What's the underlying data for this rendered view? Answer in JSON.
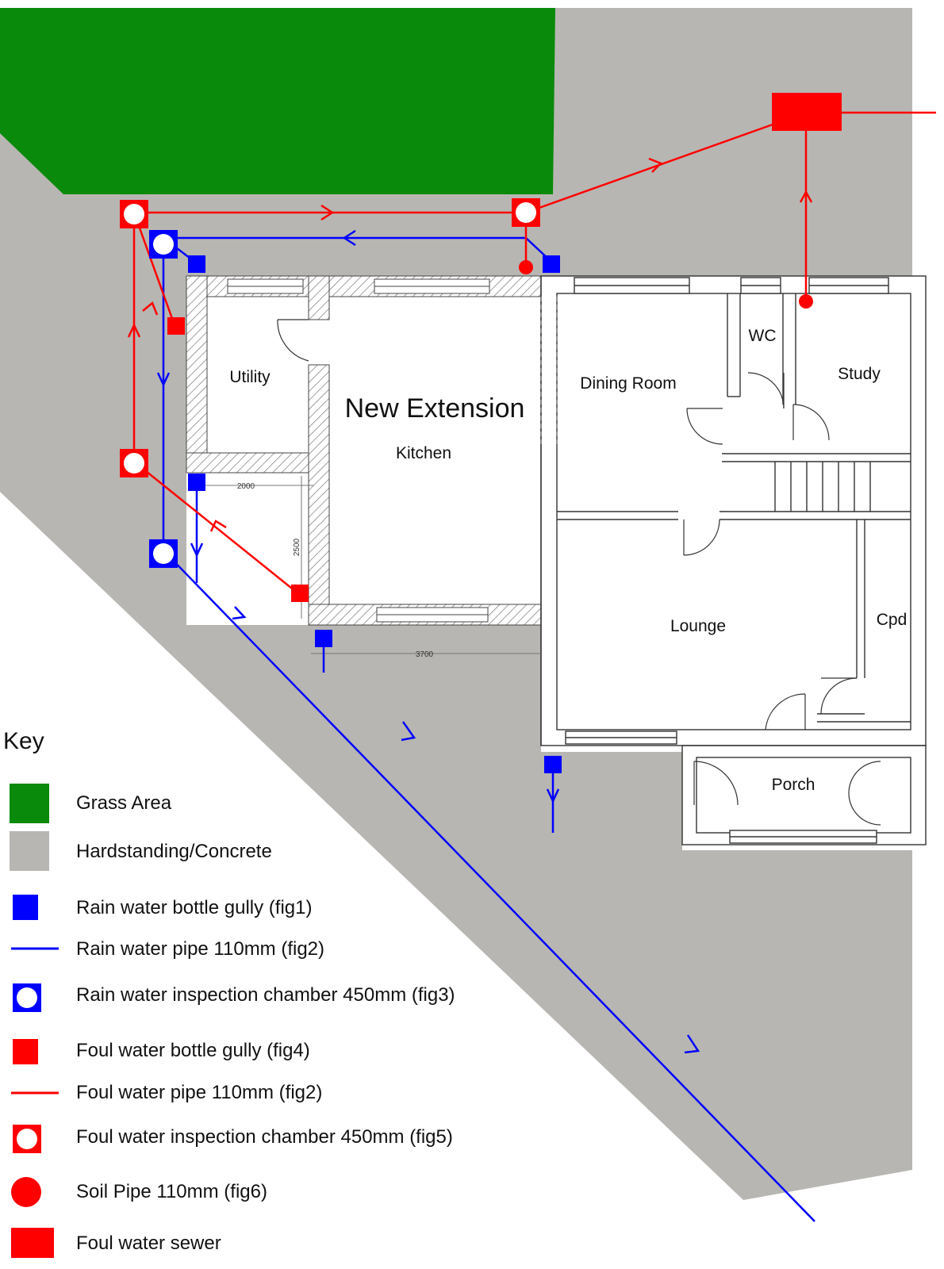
{
  "rooms": {
    "utility": "Utility",
    "new_extension": "New Extension",
    "kitchen": "Kitchen",
    "dining_room": "Dining Room",
    "wc": "WC",
    "study": "Study",
    "lounge": "Lounge",
    "cpd": "Cpd",
    "porch": "Porch"
  },
  "dimensions": {
    "d1": "2000",
    "d2": "2500",
    "d3": "3700"
  },
  "key": {
    "title": "Key",
    "items": [
      {
        "label": "Grass Area",
        "symbol": "grass-swatch",
        "color": "#0a8a0a"
      },
      {
        "label": "Hardstanding/Concrete",
        "symbol": "concrete-swatch",
        "color": "#b7b6b2"
      },
      {
        "label": "Rain water bottle gully (fig1)",
        "symbol": "blue-square",
        "color": "#0000ff"
      },
      {
        "label": "Rain water pipe 110mm (fig2)",
        "symbol": "blue-line",
        "color": "#0000ff"
      },
      {
        "label": "Rain water inspection chamber 450mm (fig3)",
        "symbol": "blue-chamber",
        "color": "#0000ff"
      },
      {
        "label": "Foul water bottle gully (fig4)",
        "symbol": "red-square",
        "color": "#ff0000"
      },
      {
        "label": "Foul water pipe 110mm (fig2)",
        "symbol": "red-line",
        "color": "#ff0000"
      },
      {
        "label": "Foul water inspection chamber 450mm (fig5)",
        "symbol": "red-chamber",
        "color": "#ff0000"
      },
      {
        "label": "Soil Pipe 110mm (fig6)",
        "symbol": "red-dot",
        "color": "#ff0000"
      },
      {
        "label": "Foul water sewer",
        "symbol": "red-rect",
        "color": "#ff0000"
      }
    ]
  },
  "colors": {
    "grass": "#0a8a0a",
    "concrete": "#b7b6b2",
    "rain": "#0000ff",
    "foul": "#ff0000"
  }
}
